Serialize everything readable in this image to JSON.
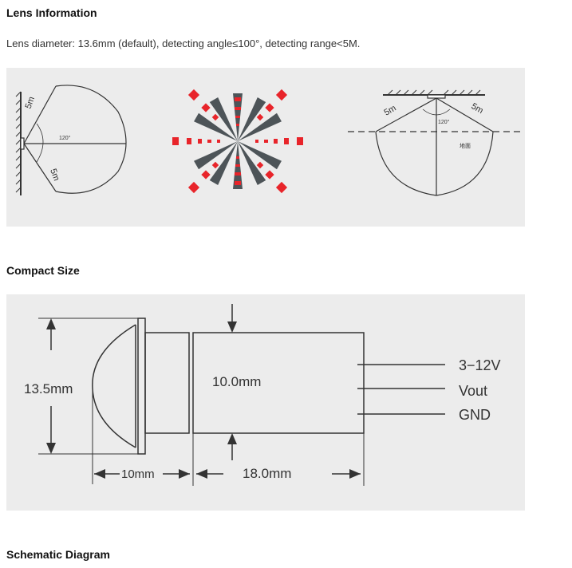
{
  "sections": {
    "lens_heading": "Lens Information",
    "lens_description": "Lens diameter: 13.6mm (default), detecting angle≤100°, detecting range<5M.",
    "size_heading": "Compact Size",
    "schematic_heading": "Schematic Diagram"
  },
  "lens_diagrams": {
    "wall": {
      "range_top": "5m",
      "range_bottom": "5m",
      "angle": "120°"
    },
    "ceiling": {
      "range_left": "5m",
      "range_right": "5m",
      "angle": "120°",
      "floor_label": "地面"
    }
  },
  "dimensions": {
    "height": "13.5mm",
    "body_diameter": "10.0mm",
    "lens_length": "10mm",
    "body_length": "18.0mm",
    "pins": [
      "3−12V",
      "Vout",
      "GND"
    ]
  },
  "colors": {
    "panel_bg": "#ececec",
    "accent_red": "#e8242a",
    "ray_gray": "#4d5458",
    "line": "#333333"
  }
}
